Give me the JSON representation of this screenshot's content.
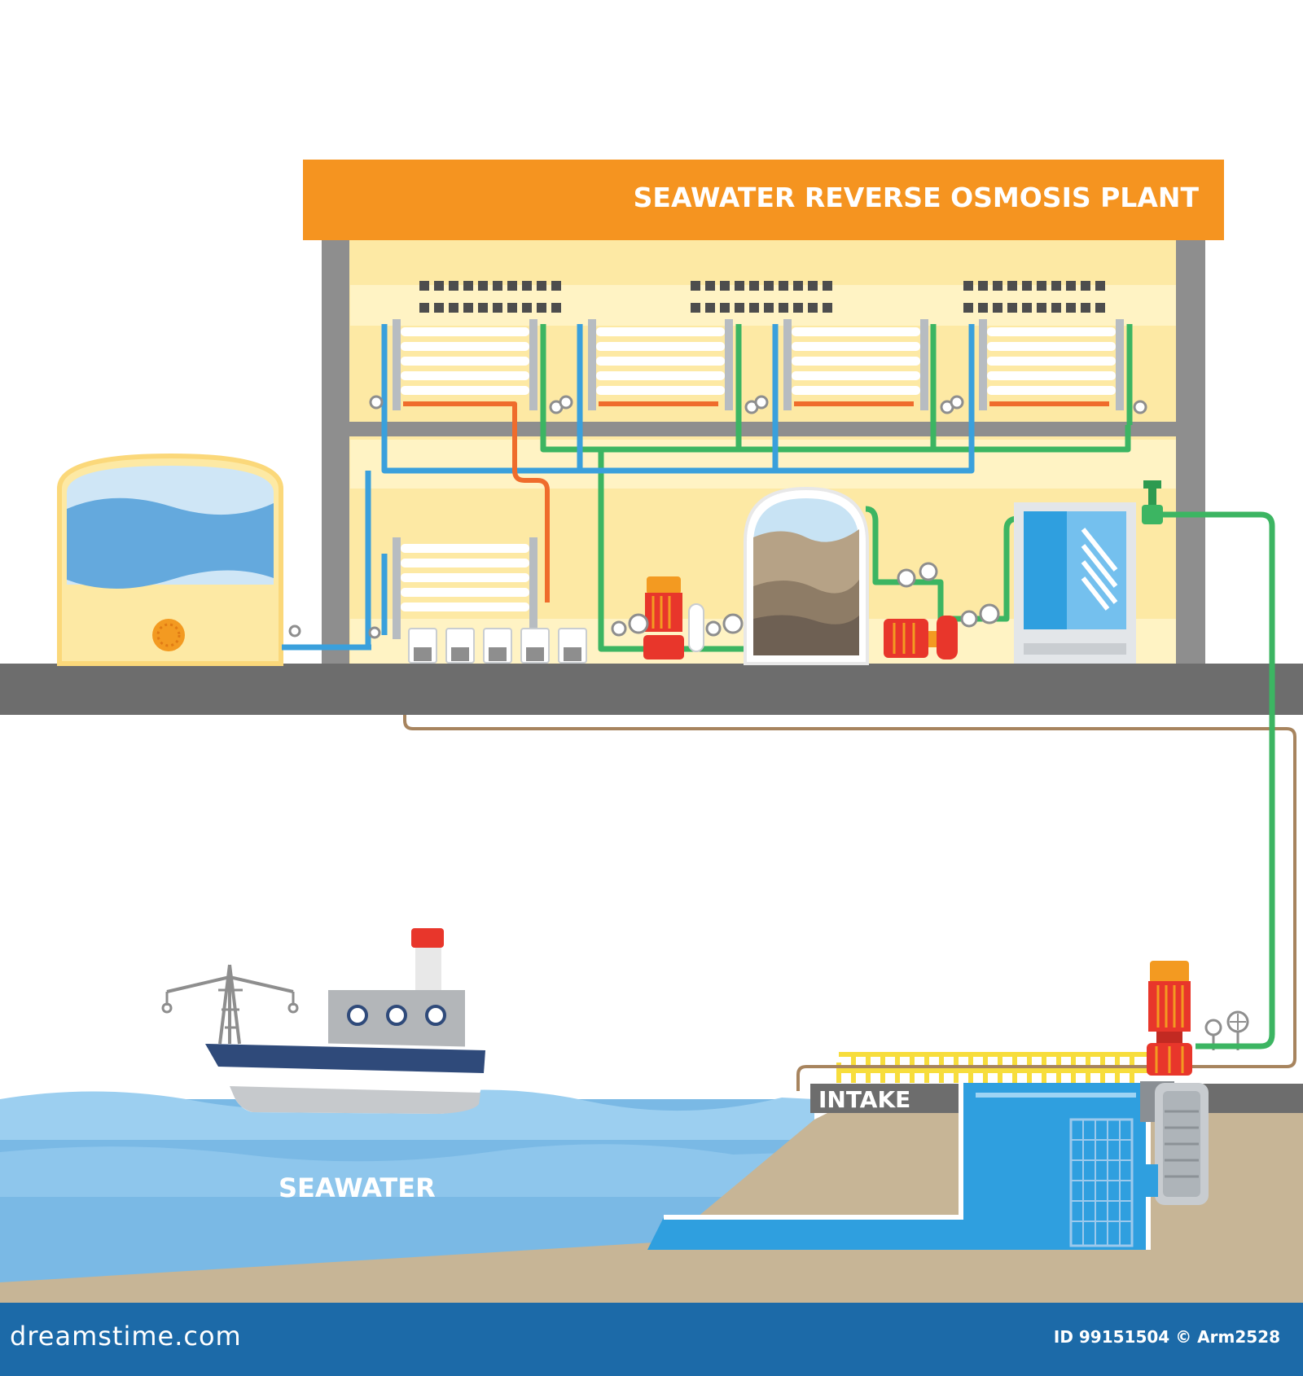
{
  "title": "SEAWATER REVERSE OSMOSIS PLANT",
  "labels": {
    "intake": "INTAKE",
    "seawater": "SEAWATER"
  },
  "footer": {
    "brand": "dreamstime.com",
    "id_label": "ID 99151504",
    "author": "© Arm2528"
  },
  "colors": {
    "roof": "#f59420",
    "wall": "#fde9a4",
    "floor_band": "#fff3c4",
    "structure_gray": "#8e8e8e",
    "ground_gray": "#6d6d6d",
    "seawater": "#7ab9e5",
    "seawater_dark": "#5a9fd6",
    "sand": "#c7b596",
    "pipe_blue": "#3aa0dc",
    "pipe_green": "#3cb562",
    "pipe_orange": "#ef6c2c",
    "pipe_brown": "#a7845e",
    "pump_red": "#e8362b",
    "pump_orange": "#f39a21",
    "railing_yellow": "#f7dd3c",
    "footer": "#1c6aa8"
  }
}
